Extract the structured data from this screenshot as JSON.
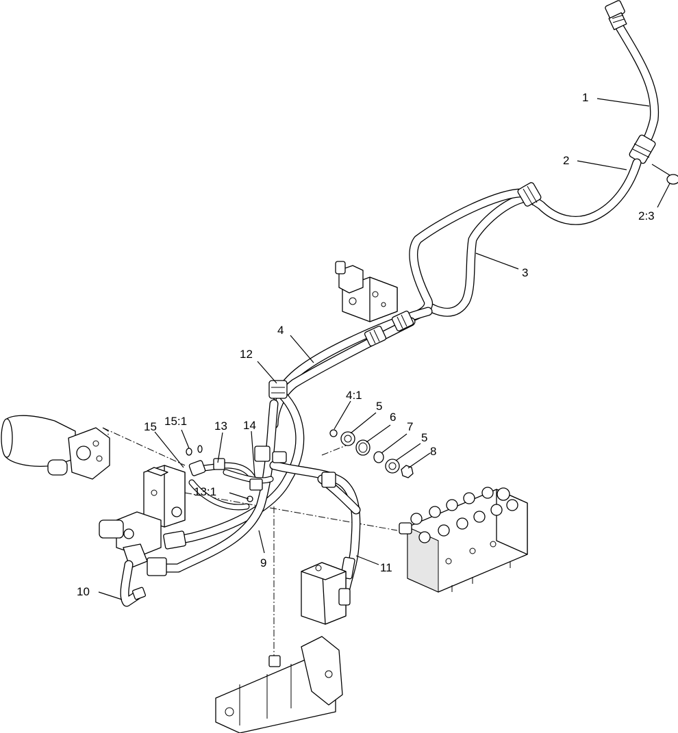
{
  "diagram": {
    "callouts": [
      {
        "id": "1",
        "text": "1"
      },
      {
        "id": "2",
        "text": "2"
      },
      {
        "id": "2-3",
        "text": "2:3"
      },
      {
        "id": "3",
        "text": "3"
      },
      {
        "id": "4",
        "text": "4"
      },
      {
        "id": "4-1",
        "text": "4:1"
      },
      {
        "id": "5a",
        "text": "5"
      },
      {
        "id": "5b",
        "text": "5"
      },
      {
        "id": "6",
        "text": "6"
      },
      {
        "id": "7",
        "text": "7"
      },
      {
        "id": "8",
        "text": "8"
      },
      {
        "id": "9",
        "text": "9"
      },
      {
        "id": "10",
        "text": "10"
      },
      {
        "id": "11",
        "text": "11"
      },
      {
        "id": "12",
        "text": "12"
      },
      {
        "id": "13",
        "text": "13"
      },
      {
        "id": "13-1",
        "text": "13:1"
      },
      {
        "id": "14",
        "text": "14"
      },
      {
        "id": "15",
        "text": "15"
      },
      {
        "id": "15-1",
        "text": "15:1"
      }
    ]
  }
}
